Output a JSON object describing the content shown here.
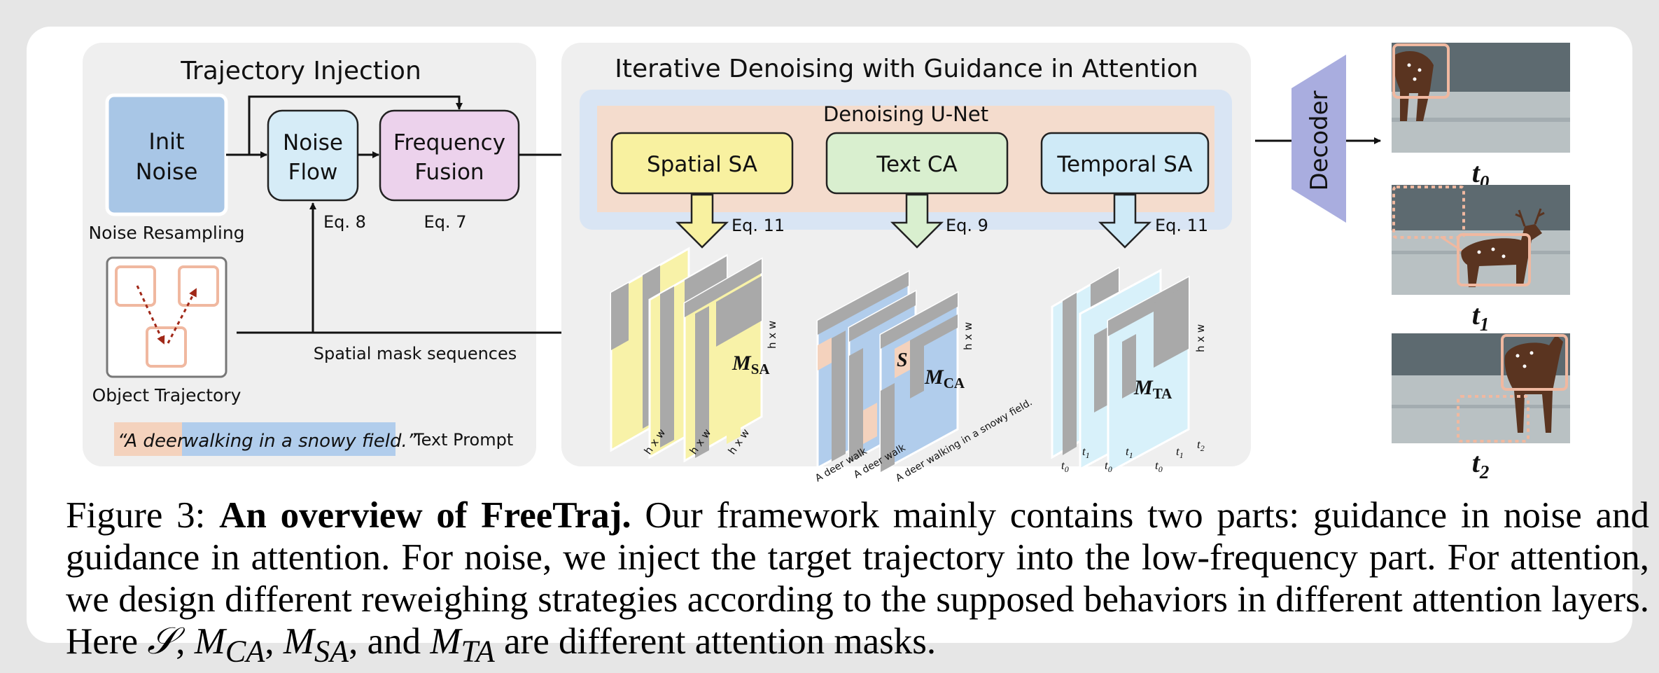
{
  "panels": {
    "trajectory_injection": {
      "title": "Trajectory Injection",
      "init_noise": [
        "Init",
        "Noise"
      ],
      "noise_flow": [
        "Noise",
        "Flow"
      ],
      "frequency_fusion": [
        "Frequency",
        "Fusion"
      ],
      "noise_resampling": "Noise Resampling",
      "eq_noise_flow": "Eq. 8",
      "eq_frequency_fusion": "Eq. 7",
      "object_trajectory": "Object Trajectory",
      "spatial_mask_sequences": "Spatial mask sequences",
      "prompt_part1": "“A deer ",
      "prompt_part2": "walking in a snowy field.”",
      "text_prompt_label": "Text Prompt"
    },
    "iterative_denoising": {
      "title": "Iterative Denoising with Guidance in Attention",
      "unet_label": "Denoising U-Net",
      "spatial_sa": "Spatial SA",
      "text_ca": "Text CA",
      "temporal_sa": "Temporal SA",
      "eq_spatial": "Eq. 11",
      "eq_text": "Eq. 9",
      "eq_temporal": "Eq. 11",
      "mask_sa": "M",
      "mask_sa_sub": "SA",
      "mask_ca": "M",
      "mask_ca_sub": "CA",
      "mask_ta": "M",
      "mask_ta_sub": "TA",
      "mask_s": "S",
      "hxw": "h x w",
      "deer_walk_short": "A deer walk",
      "deer_walking_full": "A deer walking in a snowy field.",
      "t0": "t",
      "t0_sub": "0",
      "t1": "t",
      "t1_sub": "1",
      "t2": "t",
      "t2_sub": "2"
    },
    "decoder": {
      "label": "Decoder",
      "frames": [
        {
          "label": "t",
          "sub": "0"
        },
        {
          "label": "t",
          "sub": "1"
        },
        {
          "label": "t",
          "sub": "2"
        }
      ]
    }
  },
  "caption": {
    "figure_label": "Figure 3: ",
    "bold_title": "An overview of FreeTraj.",
    "text1": " Our framework mainly contains two parts: guidance in noise and guidance in attention. For noise, we inject the target trajectory into the low-frequency part. For attention, we design different reweighing strategies according to the supposed behaviors in different attention layers. Here ",
    "sym_s": "𝒮",
    "sep1": ", ",
    "sym_mca": "M",
    "sym_mca_sub": "CA",
    "sep2": ", ",
    "sym_msa": "M",
    "sym_msa_sub": "SA",
    "sep3": ", and ",
    "sym_mta": "M",
    "sym_mta_sub": "TA",
    "text2": " are different attention masks."
  },
  "colors": {
    "panel_bg": "#efefef",
    "init_noise": "#a8c6e6",
    "noise_flow": "#d6ecf7",
    "frequency_fusion": "#ecd2ec",
    "unet_outer": "#d9e5f4",
    "unet_inner": "#f4dccd",
    "spatial_sa": "#f8f1a0",
    "text_ca": "#d9efcf",
    "temporal_sa": "#cfeaf7",
    "decoder": "#a9addf",
    "mask_yellow": "#f8f2a8",
    "mask_blue": "#b1cdec",
    "mask_cyan": "#d8f1fa",
    "mask_orange": "#f4d2bd",
    "mask_gray": "#a9a9a9",
    "trajectory_box": "#f0b8a0",
    "trajectory_arrow": "#a02818"
  }
}
